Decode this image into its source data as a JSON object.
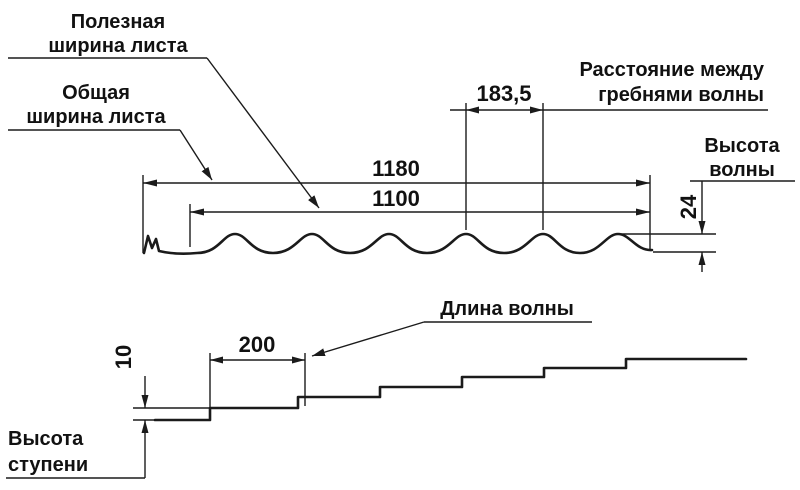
{
  "diagram": {
    "type": "technical-dimension-drawing",
    "subject": "metal roofing tile sheet profile",
    "labels": {
      "useful_width": {
        "line1": "Полезная",
        "line2": "ширина листа"
      },
      "total_width": {
        "line1": "Общая",
        "line2": "ширина листа"
      },
      "crest_spacing": {
        "value": "183,5",
        "label_line1": "Расстояние между",
        "label_line2": "гребнями волны"
      },
      "total_width_value": "1180",
      "useful_width_value": "1100",
      "wave_height": {
        "line1": "Высота",
        "line2": "волны",
        "value": "24"
      },
      "wave_length": {
        "label": "Длина волны",
        "value": "200"
      },
      "step_height": {
        "line1": "Высота",
        "line2": "ступени",
        "value": "10"
      }
    },
    "colors": {
      "line": "#1b1b1b",
      "text": "#111111",
      "background": "#ffffff"
    }
  }
}
